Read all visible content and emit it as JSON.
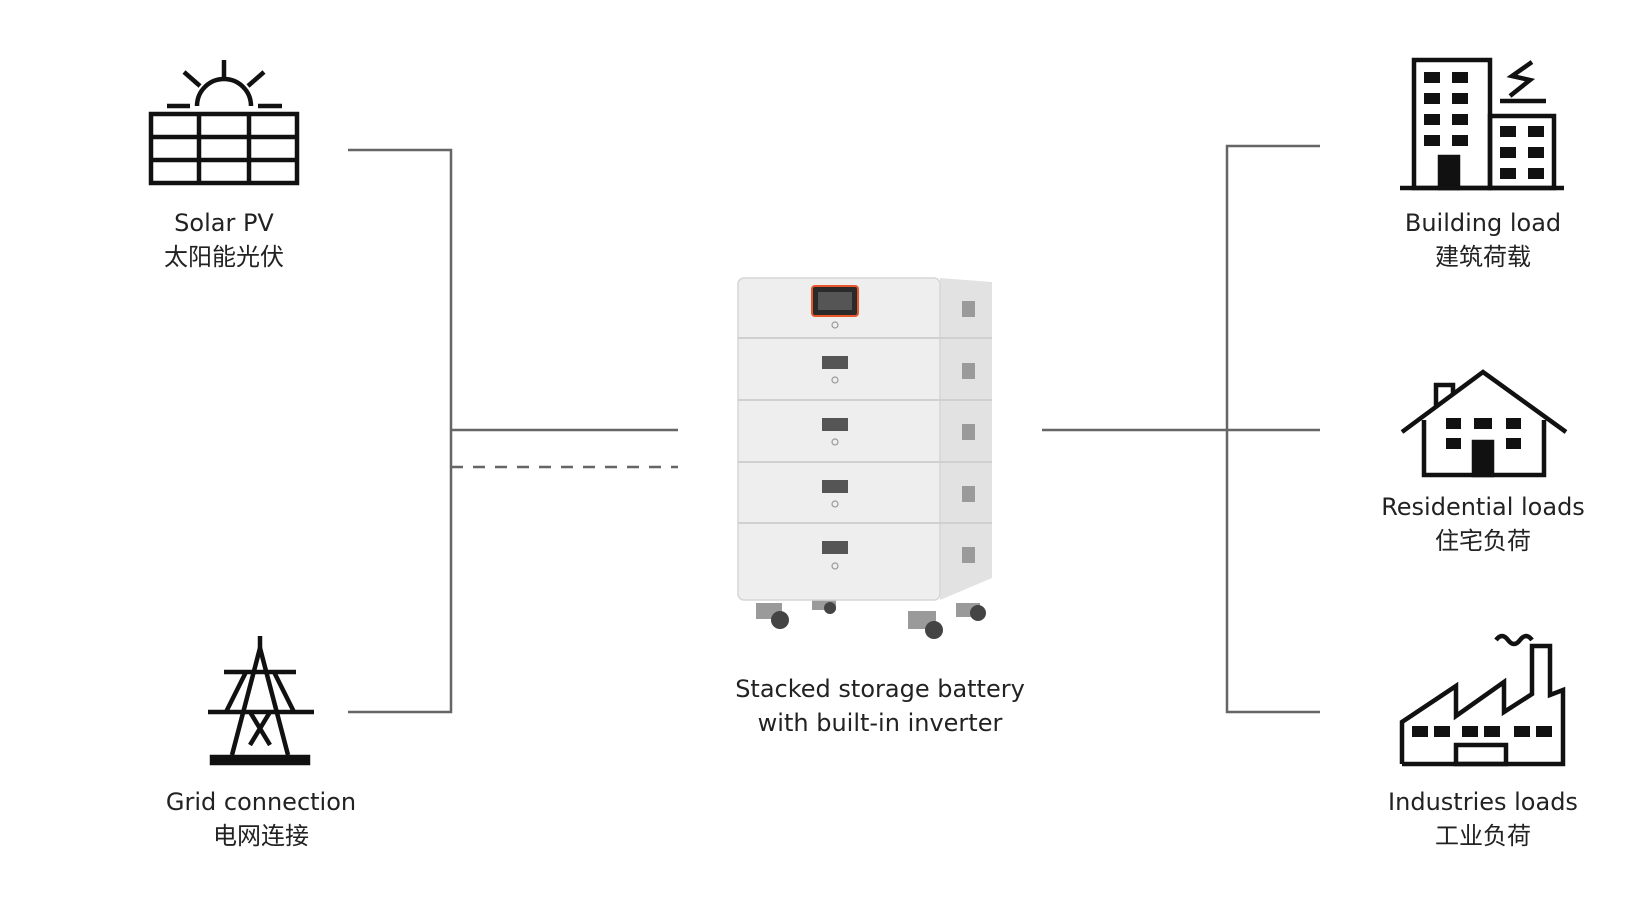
{
  "sources": {
    "solar": {
      "en": "Solar PV",
      "zh": "太阳能光伏",
      "icon": "solar-panel-icon"
    },
    "grid": {
      "en": "Grid connection",
      "zh": "电网连接",
      "icon": "power-tower-icon"
    }
  },
  "center": {
    "line1": "Stacked storage battery",
    "line2": "with built-in inverter",
    "icon": "battery-stack-image",
    "accent": "#e8562a"
  },
  "loads": {
    "building": {
      "en": "Building load",
      "zh": "建筑荷载",
      "icon": "building-icon"
    },
    "residential": {
      "en": "Residential loads",
      "zh": "住宅负荷",
      "icon": "house-icon"
    },
    "industrial": {
      "en": "Industries loads",
      "zh": "工业负荷",
      "icon": "factory-icon"
    }
  },
  "colors": {
    "line": "#666666",
    "icon": "#111111",
    "cabinet": "#ececec"
  }
}
